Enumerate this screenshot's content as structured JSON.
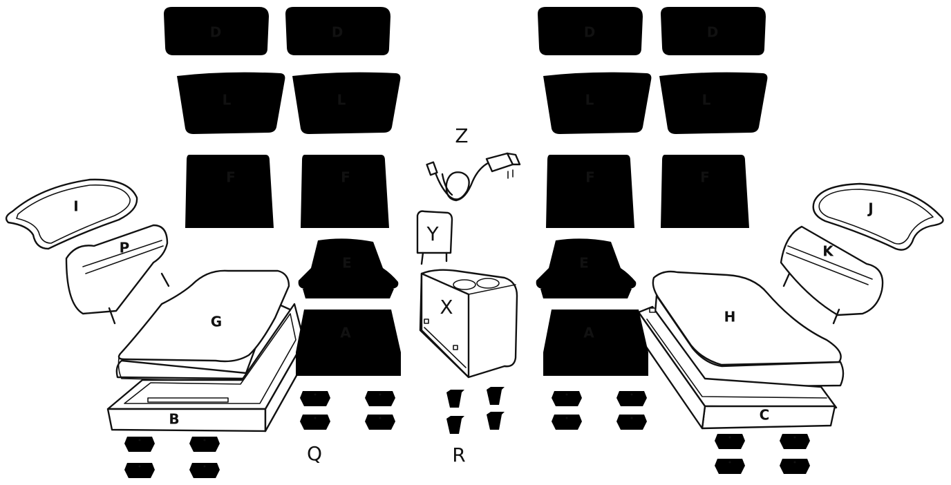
{
  "labels": {
    "D": "D",
    "L": "L",
    "F": "F",
    "E": "E",
    "A": "A",
    "G": "G",
    "H": "H",
    "B": "B",
    "C": "C",
    "I": "I",
    "J": "J",
    "P": "P",
    "K": "K",
    "Y": "Y",
    "X": "X",
    "Z": "Z",
    "Q": "Q",
    "R": "R"
  },
  "colors": {
    "stroke": "#111111",
    "background": "#ffffff"
  }
}
